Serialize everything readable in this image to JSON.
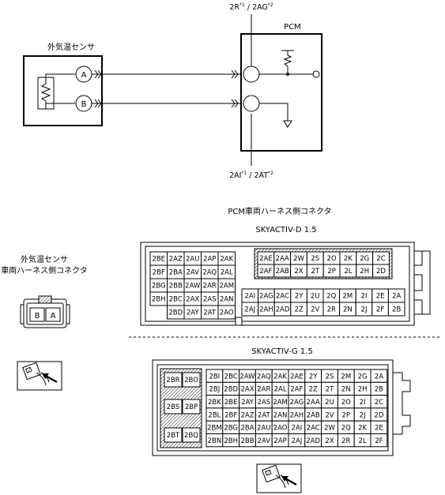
{
  "schematic": {
    "pcm_label": "PCM",
    "sensor_label": "外気温センサ",
    "pin_a": "A",
    "pin_b": "B",
    "top_connector": "2R",
    "top_connector_sup1": "*1",
    "top_connector_alt": " / 2AG",
    "top_connector_sup2": "*2",
    "bottom_connector": "2AI",
    "bottom_connector_sup1": "*1",
    "bottom_connector_alt": " / 2AT",
    "bottom_connector_sup2": "*2"
  },
  "harness": {
    "pcm_title": "PCM車両ハーネス側コネクタ",
    "sensor_title_line1": "外気温センサ",
    "sensor_title_line2": "車両ハーネス側コネクタ",
    "sensor_pins": [
      "B",
      "A"
    ]
  },
  "skyactiv_d": {
    "title": "SKYACTIV-D 1.5",
    "left_block": [
      [
        "2BE",
        "2AZ",
        "2AU",
        "2AP",
        "2AK"
      ],
      [
        "2BF",
        "2BA",
        "2AV",
        "2AQ",
        "2AL"
      ],
      [
        "2BG",
        "2BB",
        "2AW",
        "2AR",
        "2AM"
      ],
      [
        "2BH",
        "2BC",
        "2AX",
        "2AS",
        "2AN"
      ],
      [
        "",
        "2BD",
        "2AY",
        "2AT",
        "2AO"
      ]
    ],
    "top_right_block": [
      [
        "2AE",
        "2AA",
        "2W",
        "2S",
        "2O",
        "2K",
        "2G",
        "2C"
      ],
      [
        "2AF",
        "2AB",
        "2X",
        "2T",
        "2P",
        "2L",
        "2H",
        "2D"
      ]
    ],
    "bottom_right_block": [
      [
        "2AI",
        "2AG",
        "2AC",
        "2Y",
        "2U",
        "2Q",
        "2M",
        "2I",
        "2E",
        "2A"
      ],
      [
        "2AJ",
        "2AH",
        "2AD",
        "2Z",
        "2V",
        "2R",
        "2N",
        "2J",
        "2F",
        "2B"
      ]
    ]
  },
  "skyactiv_g": {
    "title": "SKYACTIV-G 1.5",
    "left_pins": [
      "2BR",
      "2BO",
      "2BS",
      "2BP",
      "2BT",
      "2BQ"
    ],
    "grid": [
      [
        "2BI",
        "2BC",
        "2AW",
        "2AQ",
        "2AK",
        "2AE",
        "2Y",
        "2S",
        "2M",
        "2G",
        "2A"
      ],
      [
        "2BJ",
        "2BD",
        "2AX",
        "2AR",
        "2AL",
        "2AF",
        "2Z",
        "2T",
        "2N",
        "2H",
        "2B"
      ],
      [
        "2BK",
        "2BE",
        "2AY",
        "2AS",
        "2AM",
        "2AG",
        "2AA",
        "2U",
        "2O",
        "2I",
        "2C"
      ],
      [
        "2BL",
        "2BF",
        "2AZ",
        "2AT",
        "2AN",
        "2AH",
        "2AB",
        "2V",
        "2P",
        "2J",
        "2D"
      ],
      [
        "2BM",
        "2BG",
        "2BA",
        "2AU",
        "2AO",
        "2AI",
        "2AC",
        "2W",
        "2Q",
        "2K",
        "2E"
      ],
      [
        "2BN",
        "2BH",
        "2BB",
        "2AV",
        "2AP",
        "2AJ",
        "2AD",
        "2X",
        "2R",
        "2L",
        "2F"
      ]
    ]
  }
}
